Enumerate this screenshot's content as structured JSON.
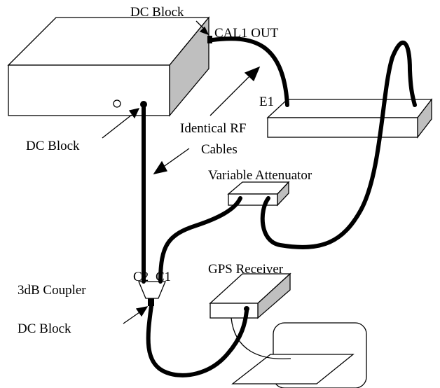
{
  "labels": {
    "dc_block_top": "DC Block",
    "cal1_out": "CAL1 OUT",
    "e1": "E1",
    "identical_rf": "Identical RF",
    "cables": "Cables",
    "dc_block_left": "DC Block",
    "variable_attenuator": "Variable Attenuator",
    "gps_receiver": "GPS Receiver",
    "c2": "C2",
    "c1": "C1",
    "coupler": "3dB Coupler",
    "dc_block_bottom": "DC Block"
  },
  "colors": {
    "line": "#000000",
    "box_top": "#ffffff",
    "box_side": "#bfbfbf",
    "background": "#ffffff"
  }
}
